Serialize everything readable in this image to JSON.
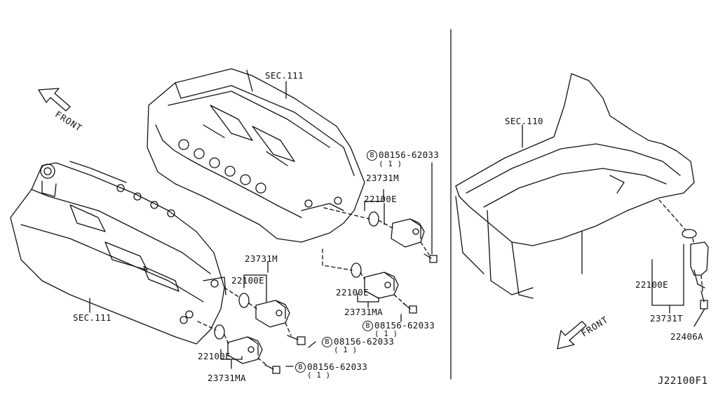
{
  "labels": {
    "sec111_top": "SEC.111",
    "sec111_left": "SEC.111",
    "sec110": "SEC.110",
    "bolt_top": "08156-62033",
    "bolt_mid_right": "08156-62033",
    "bolt_mid": "08156-62033",
    "bolt_bottom": "08156-62033",
    "qty": "( 1 )",
    "bolt_marker": "B",
    "p23731M_top": "23731M",
    "p22100E_top": "22100E",
    "p23731M_left": "23731M",
    "p22100E_left": "22100E",
    "p22100E_mid": "22100E",
    "p23731MA_mid": "23731MA",
    "p22100E_bottom": "22100E",
    "p23731MA_bottom": "23731MA",
    "p22100E_right": "22100E",
    "p23731T": "23731T",
    "p22406A": "22406A"
  },
  "front_left": "FRONT",
  "front_right": "FRONT",
  "diagram_code": "J22100F1"
}
